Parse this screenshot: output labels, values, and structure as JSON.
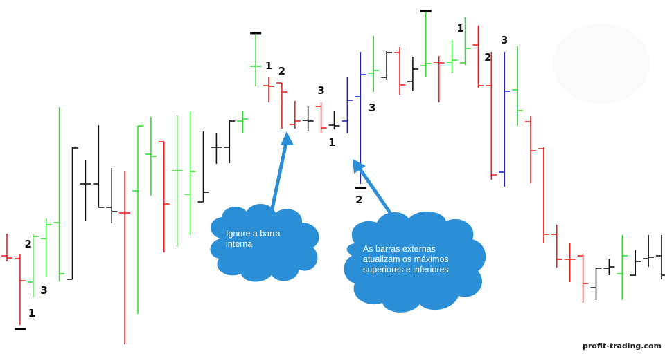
{
  "chart_data": {
    "type": "ohlc",
    "title": "",
    "xlabel": "",
    "ylabel": "",
    "ylim": [
      0,
      512
    ],
    "colors": {
      "up": "#33dd33",
      "down": "#ee2222",
      "inside": "#111111",
      "outside": "#2222cc"
    },
    "bars": [
      {
        "t": 0,
        "o": 370,
        "h": 338,
        "l": 378,
        "c": 373,
        "type": "down"
      },
      {
        "t": 1,
        "o": 374,
        "h": 368,
        "l": 470,
        "c": 406,
        "type": "down"
      },
      {
        "t": 2,
        "o": 408,
        "h": 338,
        "l": 430,
        "c": 342,
        "type": "up"
      },
      {
        "t": 3,
        "o": 345,
        "h": 316,
        "l": 400,
        "c": 325,
        "type": "up"
      },
      {
        "t": 4,
        "o": 322,
        "h": 155,
        "l": 407,
        "c": 396,
        "type": "up"
      },
      {
        "t": 5,
        "o": 404,
        "h": 212,
        "l": 404,
        "c": 214,
        "type": "inside"
      },
      {
        "t": 6,
        "o": 266,
        "h": 232,
        "l": 320,
        "c": 266,
        "type": "inside"
      },
      {
        "t": 7,
        "o": 266,
        "h": 181,
        "l": 300,
        "c": 300,
        "type": "inside"
      },
      {
        "t": 8,
        "o": 300,
        "h": 243,
        "l": 323,
        "c": 306,
        "type": "inside"
      },
      {
        "t": 9,
        "o": 308,
        "h": 248,
        "l": 498,
        "c": 308,
        "type": "down"
      },
      {
        "t": 10,
        "o": 276,
        "h": 182,
        "l": 454,
        "c": 182,
        "type": "up"
      },
      {
        "t": 11,
        "o": 223,
        "h": 169,
        "l": 283,
        "c": 226,
        "type": "up"
      },
      {
        "t": 12,
        "o": 205,
        "h": 205,
        "l": 365,
        "c": 295,
        "type": "down"
      },
      {
        "t": 13,
        "o": 247,
        "h": 167,
        "l": 357,
        "c": 247,
        "type": "up"
      },
      {
        "t": 14,
        "o": 281,
        "h": 161,
        "l": 340,
        "c": 248,
        "type": "up"
      },
      {
        "t": 15,
        "o": 292,
        "h": 190,
        "l": 292,
        "c": 278,
        "type": "inside"
      },
      {
        "t": 16,
        "o": 213,
        "h": 192,
        "l": 237,
        "c": 213,
        "type": "inside"
      },
      {
        "t": 17,
        "o": 213,
        "h": 174,
        "l": 236,
        "c": 175,
        "type": "inside"
      },
      {
        "t": 18,
        "o": 175,
        "h": 160,
        "l": 192,
        "c": 172,
        "type": "up"
      },
      {
        "t": 19,
        "o": 96,
        "h": 50,
        "l": 125,
        "c": 96,
        "type": "up"
      },
      {
        "t": 20,
        "o": 124,
        "h": 112,
        "l": 148,
        "c": 125,
        "type": "down"
      },
      {
        "t": 21,
        "o": 120,
        "h": 120,
        "l": 186,
        "c": 133,
        "type": "down"
      },
      {
        "t": 22,
        "o": 180,
        "h": 146,
        "l": 186,
        "c": 175,
        "type": "down"
      },
      {
        "t": 23,
        "o": 174,
        "h": 154,
        "l": 190,
        "c": 175,
        "type": "inside"
      },
      {
        "t": 24,
        "o": 154,
        "h": 148,
        "l": 192,
        "c": 185,
        "type": "down"
      },
      {
        "t": 25,
        "o": 181,
        "h": 160,
        "l": 187,
        "c": 182,
        "type": "inside"
      },
      {
        "t": 26,
        "o": 175,
        "h": 112,
        "l": 193,
        "c": 145,
        "type": "outside"
      },
      {
        "t": 27,
        "o": 140,
        "h": 75,
        "l": 266,
        "c": 108,
        "type": "outside"
      },
      {
        "t": 28,
        "o": 106,
        "h": 52,
        "l": 133,
        "c": 102,
        "type": "up"
      },
      {
        "t": 29,
        "o": 112,
        "h": 74,
        "l": 115,
        "c": 76,
        "type": "inside"
      },
      {
        "t": 30,
        "o": 76,
        "h": 68,
        "l": 137,
        "c": 123,
        "type": "down"
      },
      {
        "t": 31,
        "o": 118,
        "h": 82,
        "l": 132,
        "c": 100,
        "type": "inside"
      },
      {
        "t": 32,
        "o": 95,
        "h": 18,
        "l": 112,
        "c": 92,
        "type": "up"
      },
      {
        "t": 33,
        "o": 90,
        "h": 81,
        "l": 148,
        "c": 91,
        "type": "down"
      },
      {
        "t": 34,
        "o": 90,
        "h": 58,
        "l": 106,
        "c": 87,
        "type": "up"
      },
      {
        "t": 35,
        "o": 91,
        "h": 25,
        "l": 94,
        "c": 70,
        "type": "up"
      },
      {
        "t": 36,
        "o": 65,
        "h": 37,
        "l": 127,
        "c": 124,
        "type": "down"
      },
      {
        "t": 37,
        "o": 124,
        "h": 75,
        "l": 260,
        "c": 253,
        "type": "down"
      },
      {
        "t": 38,
        "o": 249,
        "h": 75,
        "l": 270,
        "c": 132,
        "type": "outside"
      },
      {
        "t": 39,
        "o": 130,
        "h": 67,
        "l": 182,
        "c": 160,
        "type": "up"
      },
      {
        "t": 40,
        "o": 176,
        "h": 168,
        "l": 265,
        "c": 218,
        "type": "down"
      },
      {
        "t": 41,
        "o": 215,
        "h": 213,
        "l": 352,
        "c": 339,
        "type": "down"
      },
      {
        "t": 42,
        "o": 339,
        "h": 325,
        "l": 387,
        "c": 375,
        "type": "down"
      },
      {
        "t": 43,
        "o": 375,
        "h": 352,
        "l": 408,
        "c": 375,
        "type": "down"
      },
      {
        "t": 44,
        "o": 370,
        "h": 367,
        "l": 438,
        "c": 410,
        "type": "down"
      },
      {
        "t": 45,
        "o": 416,
        "h": 387,
        "l": 434,
        "c": 388,
        "type": "inside"
      },
      {
        "t": 46,
        "o": 388,
        "h": 374,
        "l": 398,
        "c": 386,
        "type": "inside"
      },
      {
        "t": 47,
        "o": 396,
        "h": 340,
        "l": 434,
        "c": 370,
        "type": "up"
      },
      {
        "t": 48,
        "o": 398,
        "h": 362,
        "l": 399,
        "c": 378,
        "type": "inside"
      },
      {
        "t": 49,
        "o": 374,
        "h": 340,
        "l": 386,
        "c": 372,
        "type": "inside"
      },
      {
        "t": 50,
        "o": 370,
        "h": 340,
        "l": 404,
        "c": 398,
        "type": "inside"
      }
    ],
    "extreme_markers": [
      {
        "bar": 1,
        "at": "low"
      },
      {
        "bar": 19,
        "at": "high"
      },
      {
        "bar": 27,
        "at": "low"
      },
      {
        "bar": 32,
        "at": "high"
      }
    ],
    "annotations": [
      {
        "text": "1",
        "bar": 2,
        "pos": "below"
      },
      {
        "text": "2",
        "bar": 3,
        "pos": "left"
      },
      {
        "text": "3",
        "bar": 4,
        "pos": "below-left"
      },
      {
        "text": "1",
        "bar": 20,
        "pos": "above"
      },
      {
        "text": "2",
        "bar": 21,
        "pos": "above"
      },
      {
        "text": "3",
        "bar": 24,
        "pos": "above"
      },
      {
        "text": "1",
        "bar": 26,
        "pos": "below-left"
      },
      {
        "text": "2",
        "bar": 27,
        "pos": "below"
      },
      {
        "text": "3",
        "bar": 28,
        "pos": "below"
      },
      {
        "text": "1",
        "bar": 34,
        "pos": "above-right"
      },
      {
        "text": "2",
        "bar": 36,
        "pos": "right"
      },
      {
        "text": "3",
        "bar": 38,
        "pos": "above"
      }
    ],
    "callouts": [
      {
        "text_lines": [
          "Ignore a barra",
          "interna"
        ]
      },
      {
        "text_lines": [
          "As barras externas",
          "atualizam os máximos",
          "superiores e inferiores"
        ]
      }
    ]
  },
  "watermark": "profit-trading.com"
}
